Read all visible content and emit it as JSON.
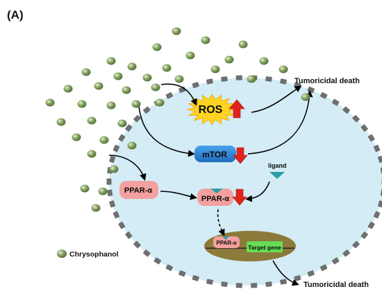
{
  "panel_label": "(A)",
  "labels": {
    "ros": "ROS",
    "mtor": "mTOR",
    "ppar_outer": "PPAR-α",
    "ppar_inner": "PPAR-α",
    "ppar_nucleus": "PPAR-α",
    "ligand": "ligand",
    "target_gene": "Target gene",
    "tumoricidal_top": "Tumoricidal death",
    "tumoricidal_bottom": "Tumoricidal death",
    "legend": "Chrysophanol"
  },
  "colors": {
    "cell_fill": "#d3ecf5",
    "cell_border": "#6f6f6f",
    "molecule": "#7f9a5a",
    "ros_burst": "#ffd321",
    "mtor_box": "#3389d6",
    "ppar_box": "#f4a0a0",
    "ligand": "#2b9fa8",
    "nucleus": "#8c7a3a",
    "target_gene": "#66dd55",
    "down_arrow": "#e0241b",
    "up_arrow": "#e0241b"
  },
  "indicators": {
    "ros": "up",
    "mtor": "down",
    "ppar_inner": "down"
  }
}
